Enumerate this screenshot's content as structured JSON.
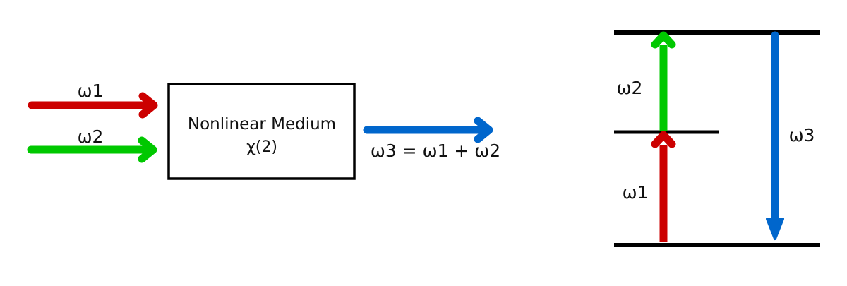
{
  "input_beams": {
    "omega1": {
      "label": "ω1",
      "color": "#cc0000"
    },
    "omega2": {
      "label": "ω2",
      "color": "#00c800"
    }
  },
  "medium": {
    "name": "Nonlinear Medium",
    "susceptibility": "χ(2)"
  },
  "output_beam": {
    "label": "ω3 = ω1 + ω2",
    "color": "#0066cc"
  },
  "energy_diagram": {
    "up_arrow_1": {
      "label": "ω1",
      "color": "#cc0000"
    },
    "up_arrow_2": {
      "label": "ω2",
      "color": "#00c800"
    },
    "down_arrow": {
      "label": "ω3",
      "color": "#0066cc"
    }
  }
}
